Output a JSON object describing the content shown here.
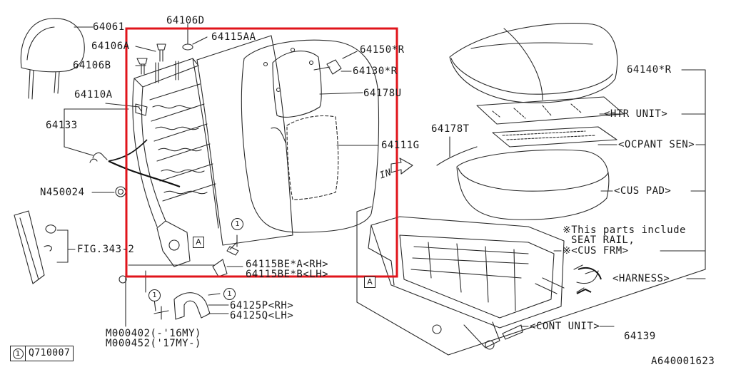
{
  "drawing_id": "A640001623",
  "note_text": [
    "※This parts include",
    "SEAT RAIL,"
  ],
  "legend": {
    "number": "1",
    "part": "Q710007"
  },
  "labels": {
    "l64061": "64061",
    "l64106D": "64106D",
    "l64115AA": "64115AA",
    "l64106A": "64106A",
    "l64106B": "64106B",
    "l64110A": "64110A",
    "l64133": "64133",
    "lN450024": "N450024",
    "lFIG": "FIG.343-2",
    "l64150R": "64150*R",
    "l64130R": "64130*R",
    "l64178U": "64178U",
    "l64111G": "64111G",
    "l64178T": "64178T",
    "l64140R": "64140*R",
    "lHTR": "<HTR UNIT>",
    "lOCPANT": "<OCPANT SEN>",
    "lCUSPAD": "<CUS PAD>",
    "lCUSFRM": "※<CUS FRM>",
    "lHARNESS": "<HARNESS>",
    "lCONT": "<CONT UNIT>",
    "l64139": "64139",
    "lBEA": "64115BE*A<RH>",
    "lBEB": "64115BE*B<LH>",
    "l64125P": "64125P<RH>",
    "l64125Q": "64125Q<LH>",
    "lM402": "M000402(-'16MY)",
    "lM452": "M000452('17MY-)",
    "lIN": "IN"
  },
  "markers": {
    "circle": "1",
    "box": "A"
  },
  "highlight_color": "#e0141b"
}
